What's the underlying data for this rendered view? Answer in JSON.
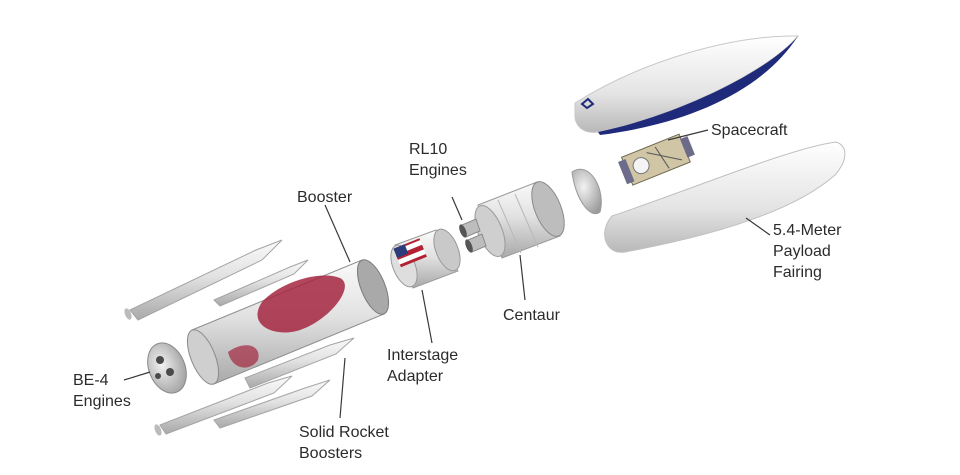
{
  "labels": {
    "spacecraft": "Spacecraft",
    "rl10_engines": "RL10\nEngines",
    "booster": "Booster",
    "payload_fairing": "5.4-Meter\nPayload\nFairing",
    "centaur": "Centaur",
    "interstage_adapter": "Interstage\nAdapter",
    "be4_engines": "BE-4\nEngines",
    "solid_rocket_boosters": "Solid Rocket\nBoosters"
  },
  "colors": {
    "fairing_blue": "#1f2a7a",
    "booster_red": "#a3263f",
    "body_gray": "#e6e6e6",
    "flag_red": "#b22234",
    "flag_blue": "#2c3b7a"
  },
  "icons": {
    "fairing_logo": "ula-logo-icon",
    "flag": "us-flag-icon"
  }
}
